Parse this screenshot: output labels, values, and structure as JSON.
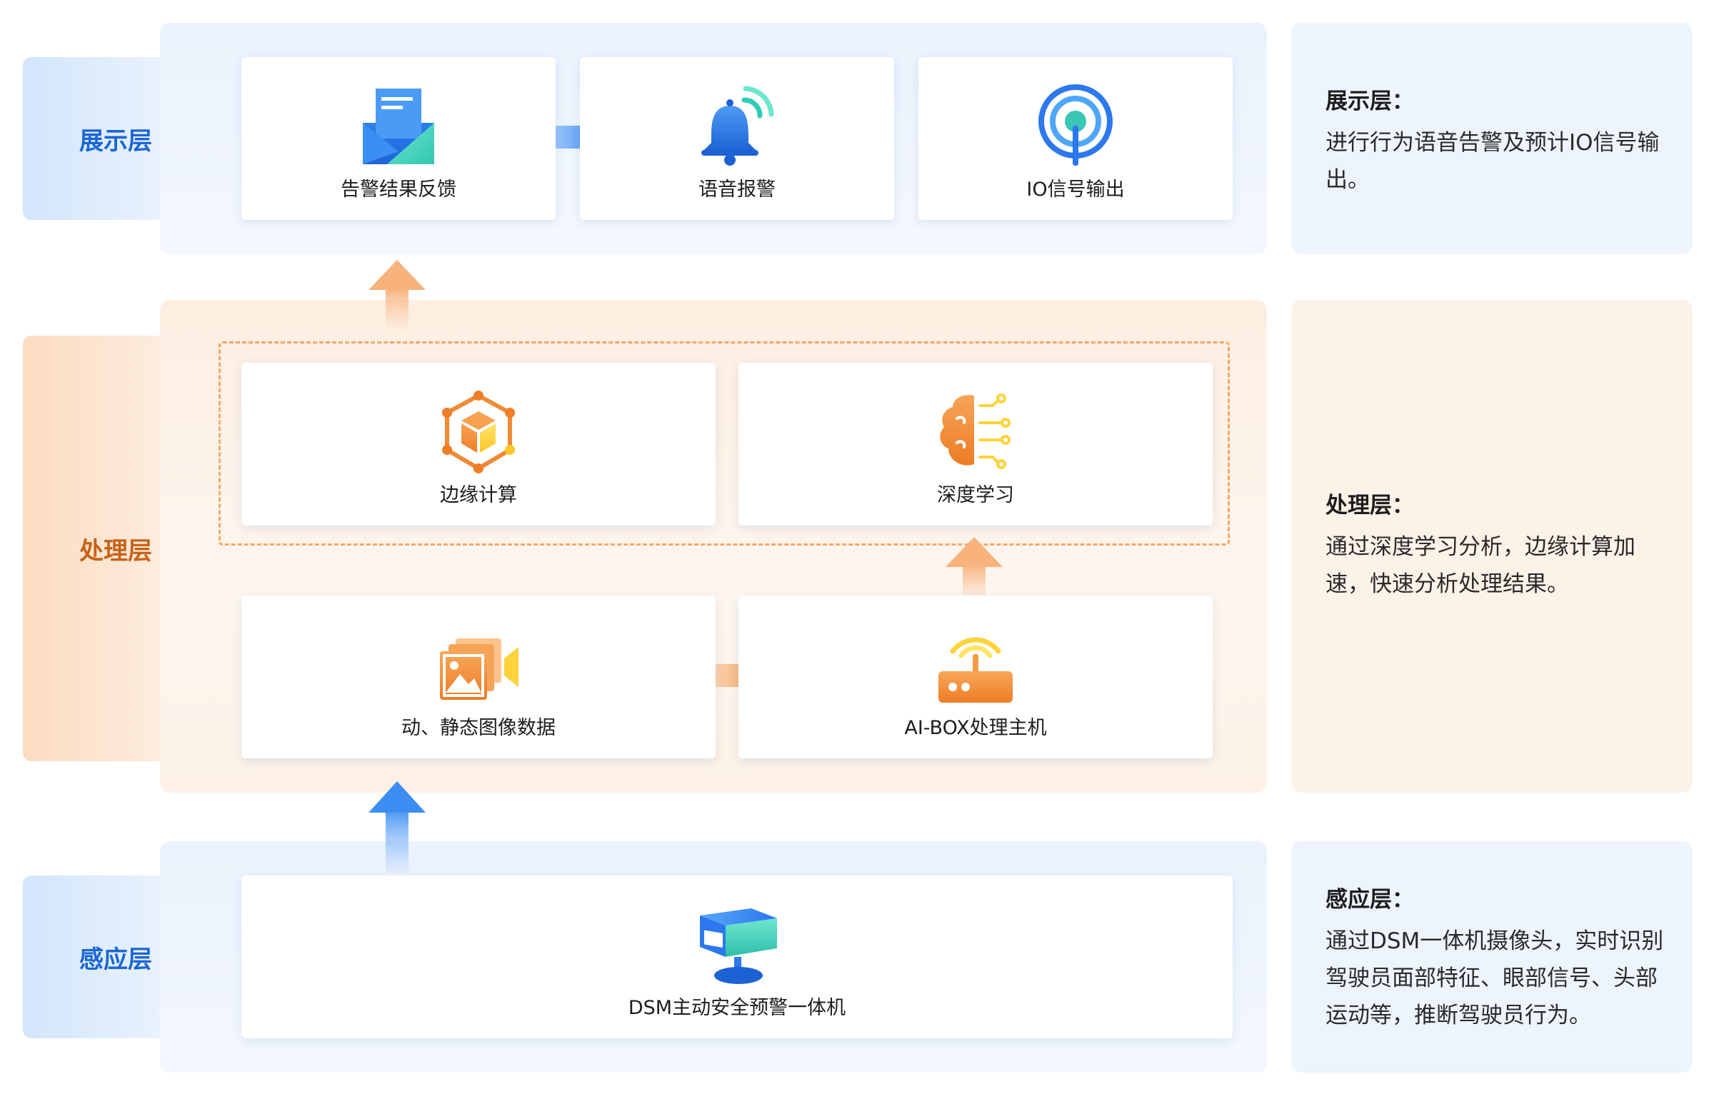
{
  "layers": {
    "display": {
      "tab": "展示层",
      "title": "展示层：",
      "desc": "进行行为语音告警及预计IO信号输出。"
    },
    "processing": {
      "tab": "处理层",
      "title": "处理层：",
      "desc": "通过深度学习分析，边缘计算加速，快速分析处理结果。"
    },
    "sensing": {
      "tab": "感应层",
      "title": "感应层：",
      "desc": "通过DSM一体机摄像头，实时识别驾驶员面部特征、眼部信号、头部运动等，推断驾驶员行为。"
    }
  },
  "nodes": {
    "alarm_feedback": {
      "label": "告警结果反馈",
      "icon": "mail-icon"
    },
    "voice_alarm": {
      "label": "语音报警",
      "icon": "bell-icon"
    },
    "io_output": {
      "label": "IO信号输出",
      "icon": "signal-tower-icon"
    },
    "edge_compute": {
      "label": "边缘计算",
      "icon": "cube-network-icon"
    },
    "deep_learning": {
      "label": "深度学习",
      "icon": "brain-circuit-icon"
    },
    "image_data": {
      "label": "动、静态图像数据",
      "icon": "image-video-icon"
    },
    "aibox": {
      "label": "AI-BOX处理主机",
      "icon": "router-icon"
    },
    "dsm": {
      "label": "DSM主动安全预警一体机",
      "icon": "camera-monitor-icon"
    }
  },
  "colors": {
    "blue_accent": "#1a66d4",
    "orange_accent": "#c76217",
    "dashed_border": "#f3a868"
  }
}
